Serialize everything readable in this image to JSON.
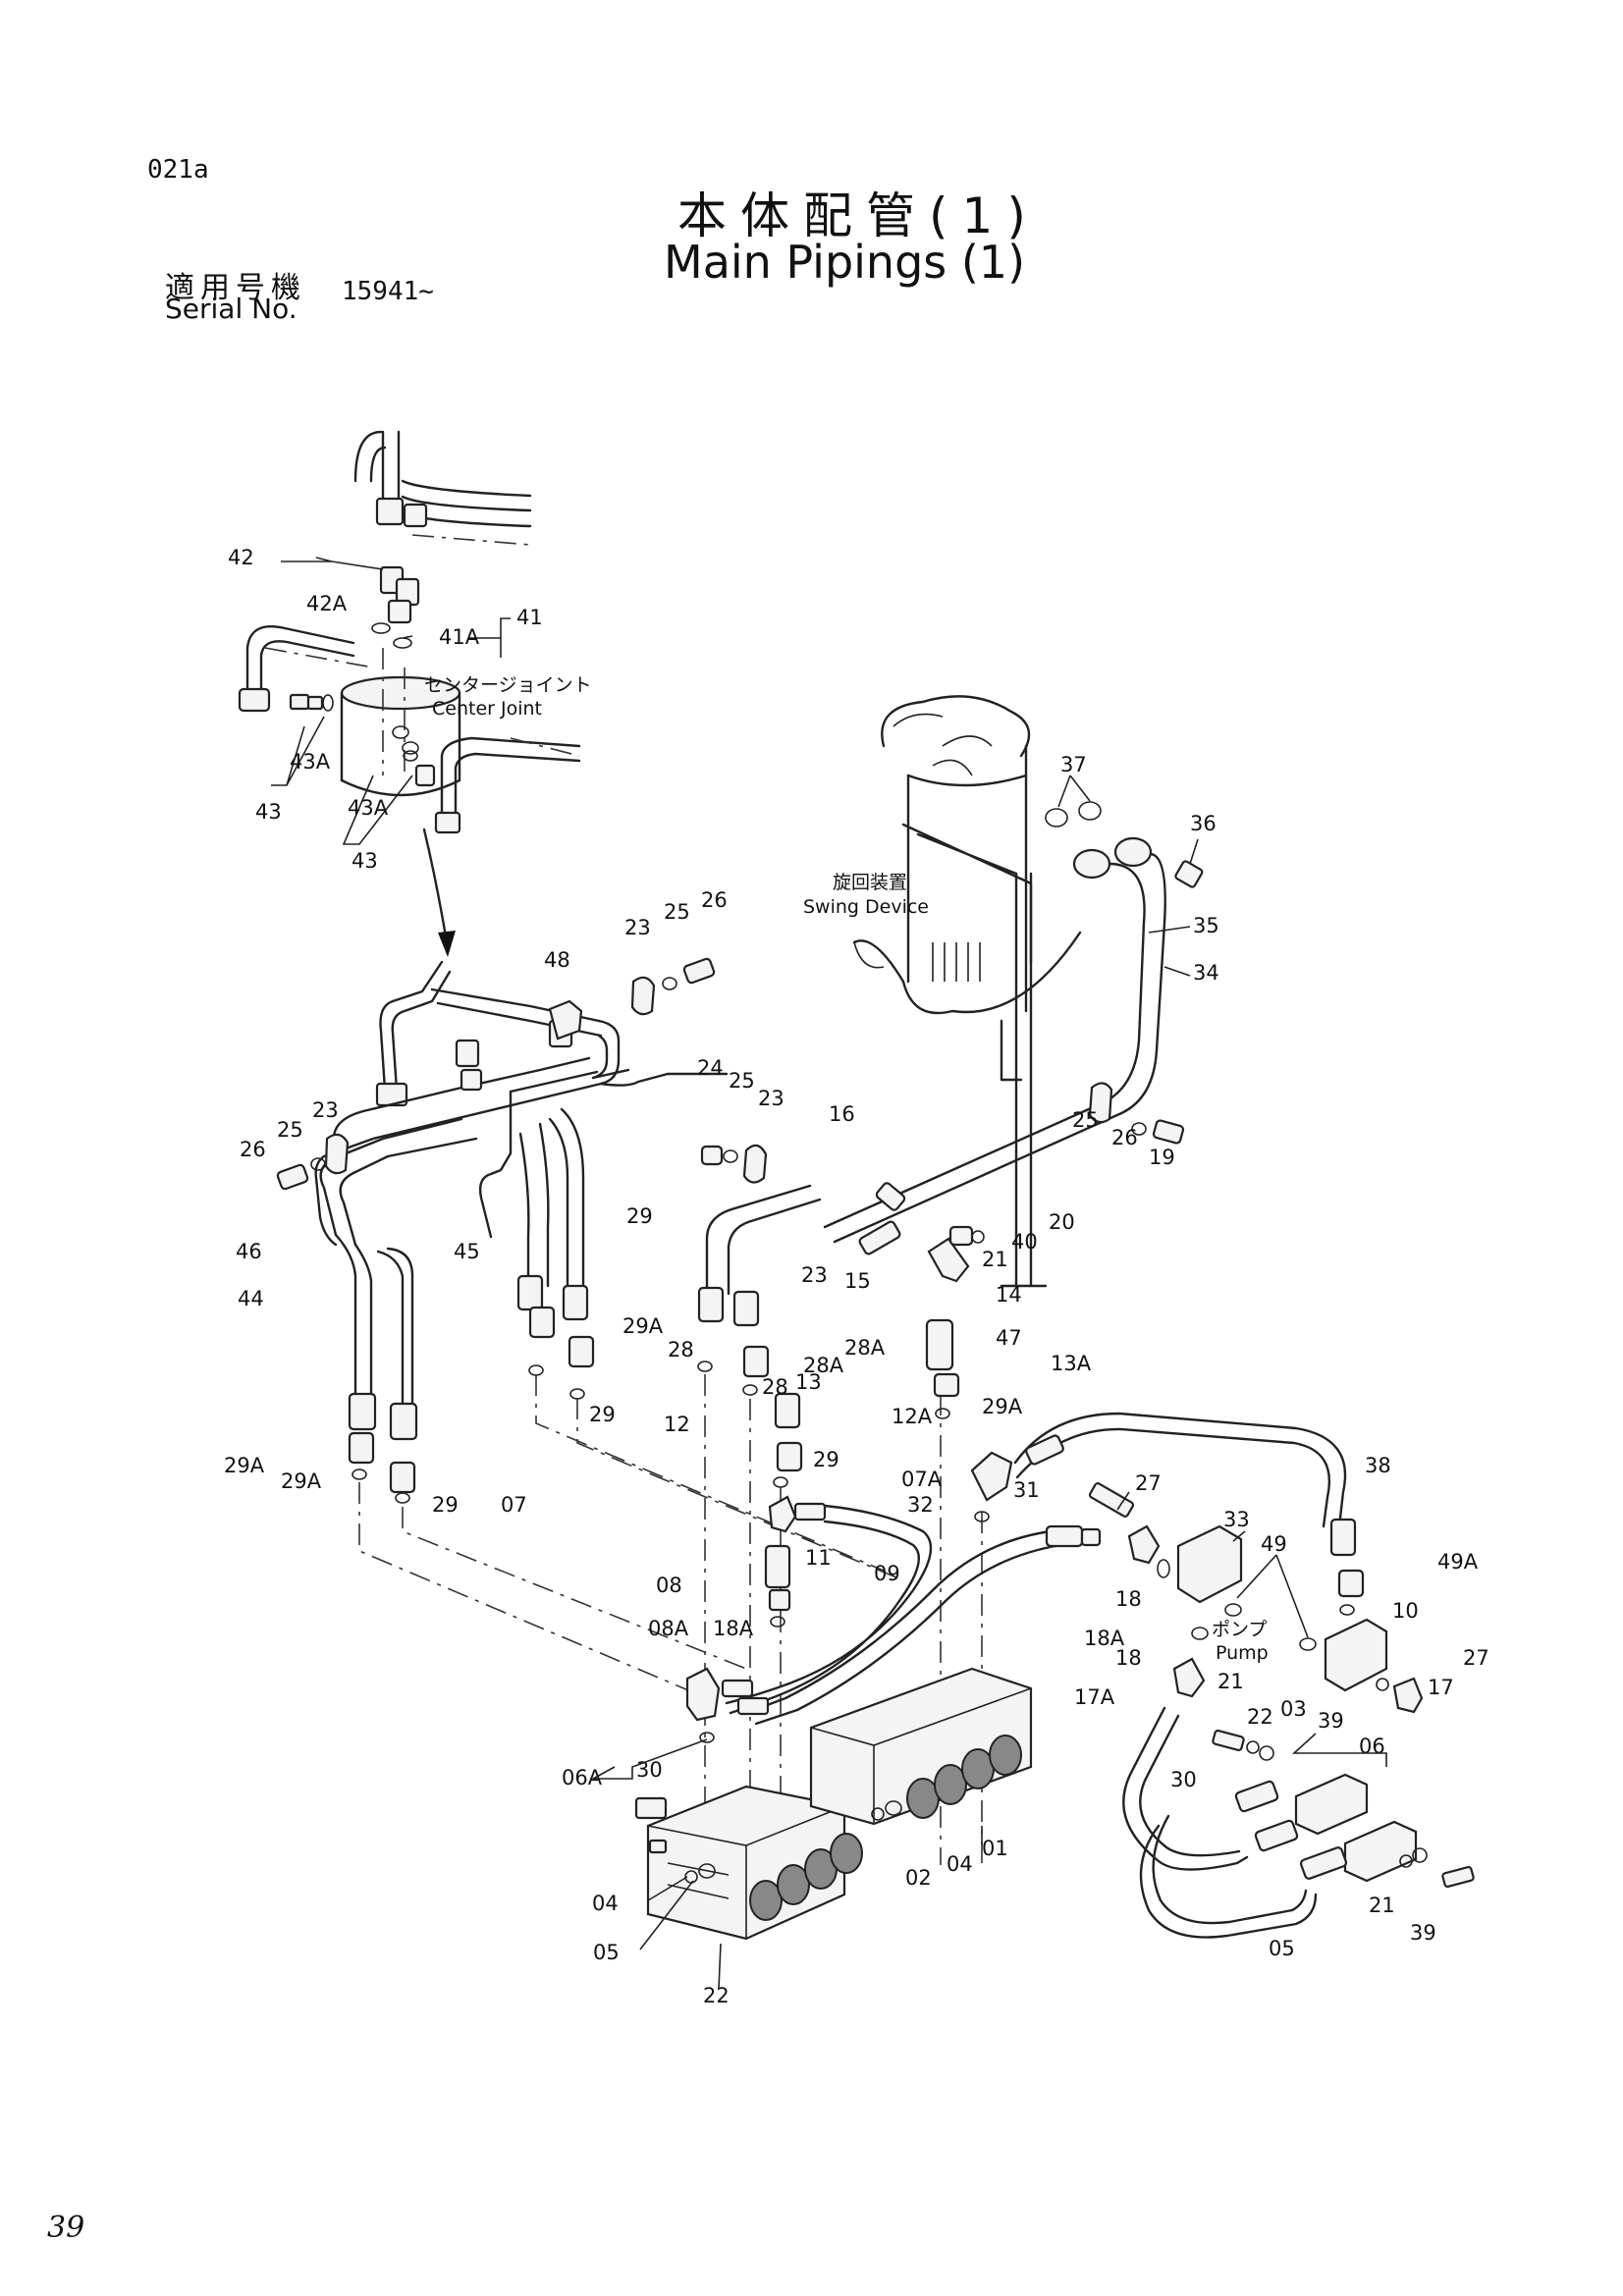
{
  "header": {
    "page_code": "021a",
    "title_jp": "本体配管(1)",
    "title_en": "Main Pipings (1)",
    "serial_label_jp": "適用号機",
    "serial_label_en": "Serial No.",
    "serial_value": "15941~"
  },
  "annotations": {
    "center_joint_jp": "センタージョイント",
    "center_joint_en": "Center Joint",
    "swing_device_jp": "旋回装置",
    "swing_device_en": "Swing Device",
    "pump_jp": "ポンプ",
    "pump_en": "Pump"
  },
  "callouts": [
    "42",
    "42A",
    "41A",
    "41",
    "43A",
    "43",
    "43A",
    "43",
    "37",
    "36",
    "35",
    "34",
    "48",
    "23",
    "25",
    "26",
    "23",
    "25",
    "26",
    "24",
    "25",
    "23",
    "16",
    "23",
    "25",
    "26",
    "19",
    "20",
    "21",
    "40",
    "15",
    "14",
    "47",
    "46",
    "44",
    "45",
    "29",
    "29A",
    "28",
    "28A",
    "28",
    "28A",
    "13",
    "13A",
    "29A",
    "29",
    "12",
    "12A",
    "29",
    "29A",
    "29A",
    "29",
    "07",
    "07A",
    "32",
    "31",
    "38",
    "27",
    "33",
    "49",
    "49A",
    "10",
    "11",
    "09",
    "08",
    "08A",
    "18A",
    "18",
    "18A",
    "18",
    "17A",
    "17",
    "27",
    "39",
    "21",
    "22",
    "03",
    "06",
    "06A",
    "30",
    "30",
    "05",
    "04",
    "05",
    "04",
    "02",
    "01",
    "22",
    "21",
    "39"
  ],
  "footer": {
    "page_mark": "39"
  }
}
